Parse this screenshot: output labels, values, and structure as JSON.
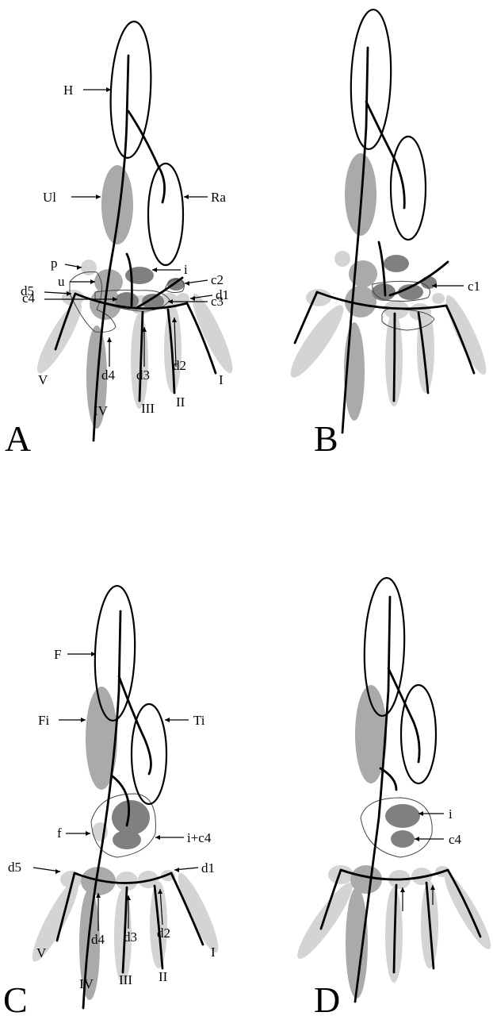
{
  "panels": {
    "A": {
      "letter": "A",
      "labels": {
        "H": "H",
        "Ul": "Ul",
        "Ra": "Ra",
        "p": "p",
        "i": "i",
        "u": "u",
        "c2": "c2",
        "c4": "c4",
        "c3": "c3",
        "d5": "d5",
        "d1": "d1",
        "V": "V",
        "d4": "d4",
        "d3": "d3",
        "d2": "d2",
        "I": "I",
        "IV": "IV",
        "III": "III",
        "II": "II"
      }
    },
    "B": {
      "letter": "B",
      "labels": {
        "c1": "c1"
      }
    },
    "C": {
      "letter": "C",
      "labels": {
        "F": "F",
        "Fi": "Fi",
        "Ti": "Ti",
        "f": "f",
        "i_c4": "i+c4",
        "d5": "d5",
        "d1": "d1",
        "V": "V",
        "d4": "d4",
        "d3": "d3",
        "d2": "d2",
        "I": "I",
        "IV": "IV",
        "III": "III",
        "II": "II"
      }
    },
    "D": {
      "letter": "D",
      "labels": {
        "i": "i",
        "c4": "c4"
      }
    }
  },
  "colors": {
    "light_gray": "#d4d4d4",
    "mid_gray": "#aaaaaa",
    "dark_gray": "#808080",
    "line": "#000000"
  }
}
